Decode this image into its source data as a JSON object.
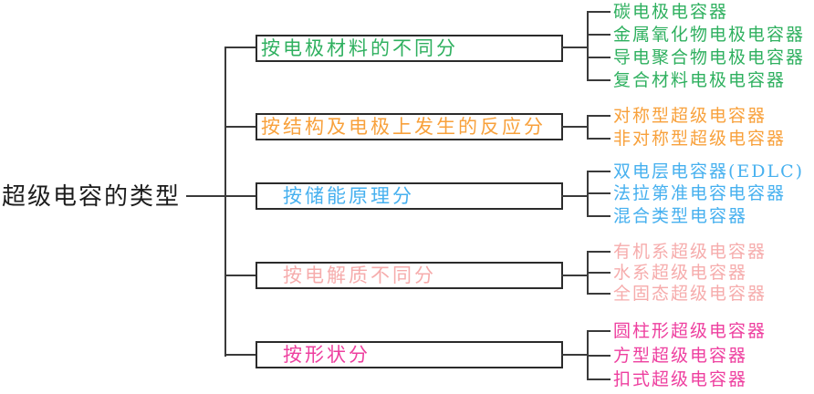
{
  "title": "超级电容的类型",
  "line_color": "#3a3a3a",
  "root": {
    "label": "超级电容的类型"
  },
  "branches": [
    {
      "label": "按电极材料的不同分",
      "color": "#2fb05f",
      "leaves": [
        "碳电极电容器",
        "金属氧化物电极电容器",
        "导电聚合物电极电容器",
        "复合材料电极电容器"
      ]
    },
    {
      "label": "按结构及电极上发生的反应分",
      "color": "#f8a13c",
      "leaves": [
        "对称型超级电容器",
        "非对称型超级电容器"
      ]
    },
    {
      "label": "按储能原理分",
      "color": "#46b0ef",
      "leaves": [
        "双电层电容器(EDLC)",
        "法拉第准电容电容器",
        "混合类型电容器"
      ]
    },
    {
      "label": "按电解质不同分",
      "color": "#f6acac",
      "leaves": [
        "有机系超级电容器",
        "水系超级电容器",
        "全固态超级电容器"
      ]
    },
    {
      "label": "按形状分",
      "color": "#ee3f9f",
      "leaves": [
        "圆柱形超级电容器",
        "方型超级电容器",
        "扣式超级电容器"
      ]
    }
  ]
}
